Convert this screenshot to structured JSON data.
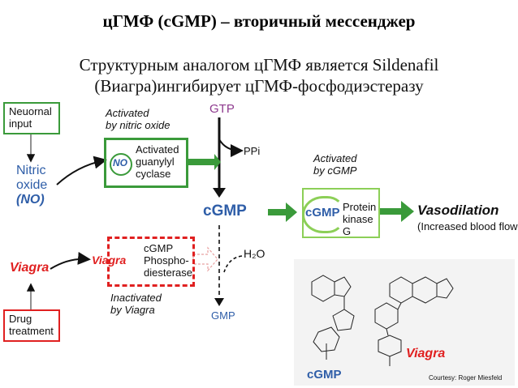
{
  "title": "цГМФ (cGMP) – вторичный мессенджер",
  "subtitle_line1": "Структурным аналогом цГМФ является Sildenafil",
  "subtitle_line2": "(Виагра)ингибирует  цГМФ-фосфодиэстеразу",
  "neuronal_input": [
    "Neuornal",
    "input"
  ],
  "nitric_oxide": [
    "Nitric",
    "oxide"
  ],
  "no_paren": "(NO)",
  "activated_by_no": [
    "Activated",
    "by nitric oxide"
  ],
  "guanylyl": [
    "Activated",
    "guanylyl",
    "cyclase"
  ],
  "no_badge": "NO",
  "gtp": "GTP",
  "ppi": "PPi",
  "cgmp_main": "cGMP",
  "cgmp_badge": "cGMP",
  "activated_by_cgmp": [
    "Activated",
    "by cGMP"
  ],
  "protein_kinase": [
    "Protein",
    "kinase G"
  ],
  "vasodilation": "Vasodilation",
  "increased_flow": "(Increased blood flow",
  "viagra_left": "Viagra",
  "viagra_badge": "Viagra",
  "phospho": [
    "cGMP",
    "Phospho-",
    "diesterase"
  ],
  "inactivated": [
    "Inactivated",
    "by Viagra"
  ],
  "h2o": "H₂O",
  "gmp": "GMP",
  "drug_treatment": [
    "Drug",
    "treatment"
  ],
  "cgmp_structure_label": "cGMP",
  "viagra_structure_label": "Viagra",
  "courtesy": "Courtesy: Roger Miesfeld",
  "colors": {
    "green": "#3a9a3a",
    "light_green": "#8ccf57",
    "blue": "#2f5ea8",
    "red": "#e02020",
    "purple": "#8e3a8e"
  }
}
